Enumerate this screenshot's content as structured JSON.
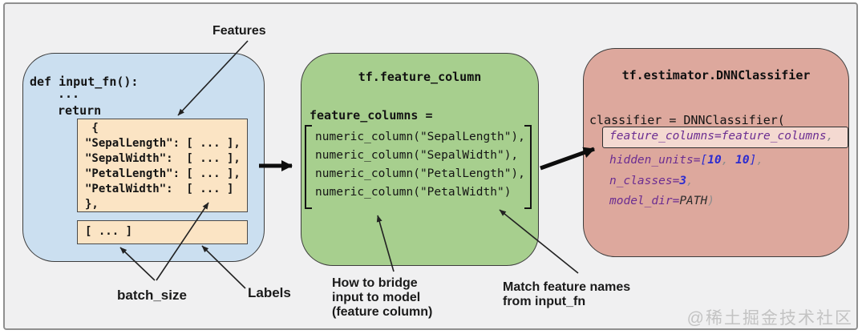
{
  "watermark": "@稀土掘金技术社区",
  "annotations": {
    "features": "Features",
    "batch_size": "batch_size",
    "labels": "Labels",
    "bridge": [
      "How to bridge",
      "input to model",
      "(feature column)"
    ],
    "match": [
      "Match feature names",
      "from input_fn"
    ]
  },
  "input_fn_box": {
    "def_line": "def input_fn():",
    "ellipsis": "...",
    "return_keyword": "return",
    "features_dict": [
      " {",
      "\"SepalLength\": [ ... ],",
      "\"SepalWidth\":  [ ... ],",
      "\"PetalLength\": [ ... ],",
      "\"PetalWidth\":  [ ... ]",
      "},"
    ],
    "labels_array": "[ ... ]"
  },
  "feature_column_box": {
    "title": "tf.feature_column",
    "assignment": "feature_columns =",
    "columns": [
      "numeric_column(\"SepalLength\"),",
      "numeric_column(\"SepalWidth\"),",
      "numeric_column(\"PetalLength\"),",
      "numeric_column(\"PetalWidth\")"
    ]
  },
  "estimator_box": {
    "title": "tf.estimator.DNNClassifier",
    "call_line": "classifier = DNNClassifier(",
    "highlighted_arg": [
      [
        "feature_columns=feature_columns",
        "purple"
      ],
      [
        ",",
        "punct"
      ]
    ],
    "args": [
      [
        [
          "hidden_units=",
          "purple"
        ],
        [
          "[",
          "blue"
        ],
        [
          "10",
          "num"
        ],
        [
          ", ",
          "punct"
        ],
        [
          "10",
          "num"
        ],
        [
          "]",
          "blue"
        ],
        [
          ",",
          "punct"
        ]
      ],
      [
        [
          "n_classes=",
          "purple"
        ],
        [
          "3",
          "num"
        ],
        [
          ",",
          "punct"
        ]
      ],
      [
        [
          "model_dir=",
          "purple"
        ],
        [
          "PATH",
          "dark"
        ],
        [
          ")",
          "punct"
        ]
      ]
    ]
  },
  "colors": {
    "blue_box": "#cbdff0",
    "green_box": "#a7cf8e",
    "red_box": "#dda89d",
    "orange_panel": "#fbe4c4",
    "highlight_panel": "#f4d9d1",
    "code_purple": "#6b2d91",
    "code_number_blue": "#2b2bd0",
    "punctuation_gray": "#8d8d8d"
  }
}
